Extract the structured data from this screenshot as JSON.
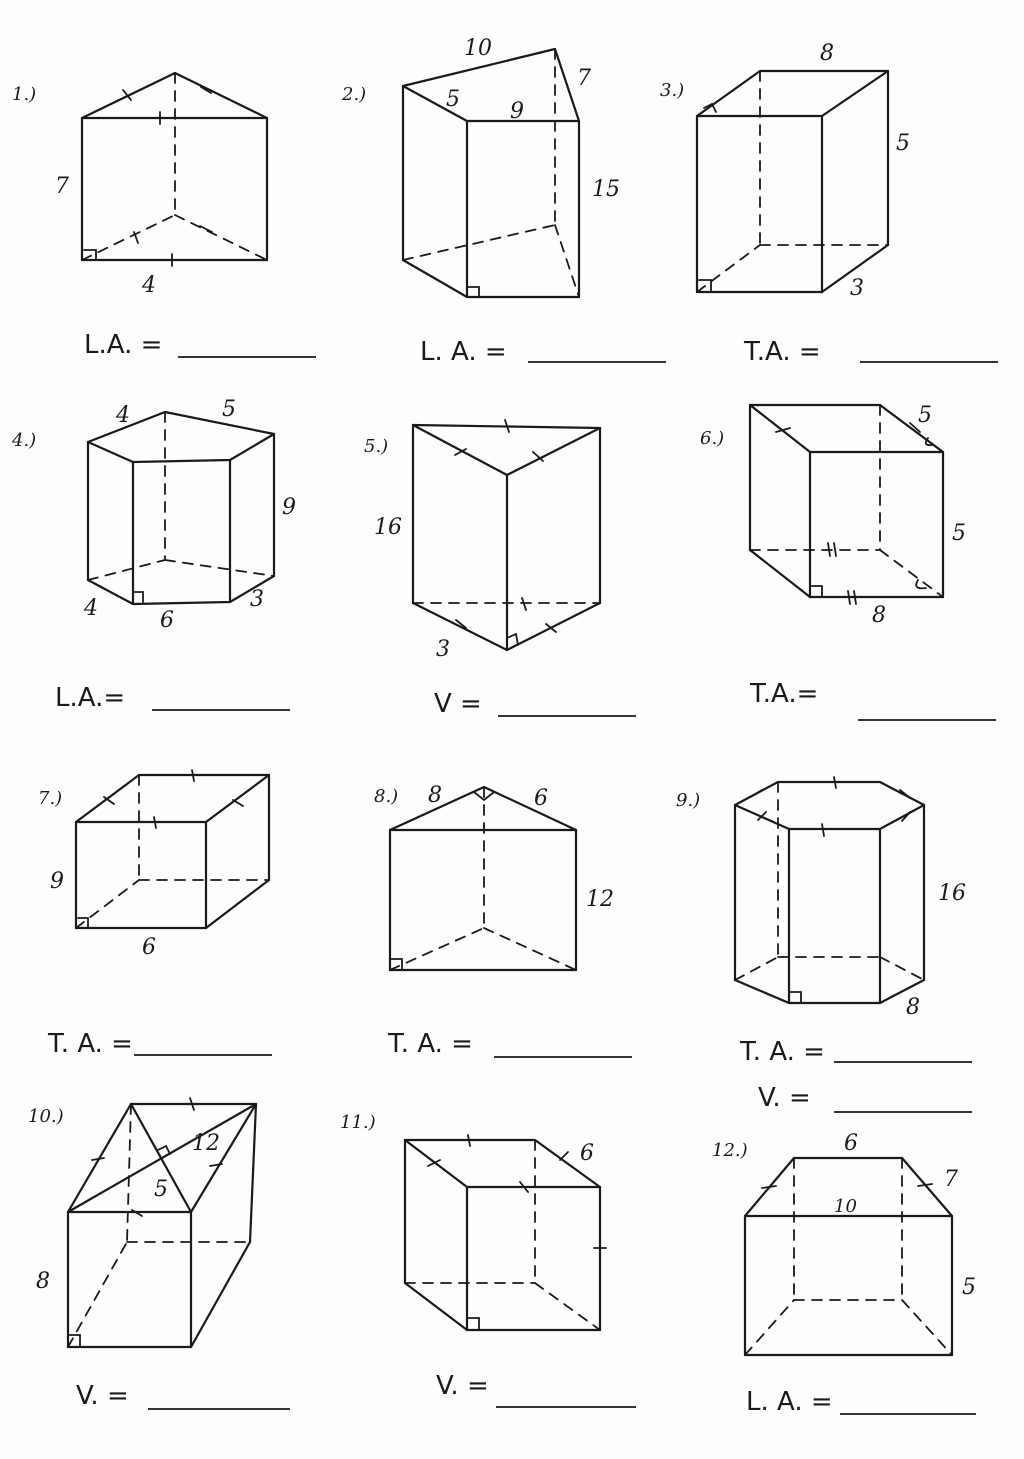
{
  "problems": [
    {
      "number": "1.)",
      "labels": [
        "7",
        "4"
      ],
      "prompts": [
        "L.A. ="
      ]
    },
    {
      "number": "2.)",
      "labels": [
        "10",
        "7",
        "5",
        "9",
        "15"
      ],
      "prompts": [
        "L. A. ="
      ]
    },
    {
      "number": "3.)",
      "labels": [
        "8",
        "5",
        "3"
      ],
      "prompts": [
        "T.A. ="
      ]
    },
    {
      "number": "4.)",
      "labels": [
        "4",
        "5",
        "9",
        "4",
        "6",
        "3"
      ],
      "prompts": [
        "L.A.="
      ]
    },
    {
      "number": "5.)",
      "labels": [
        "16",
        "3"
      ],
      "prompts": [
        "V ="
      ]
    },
    {
      "number": "6.)",
      "labels": [
        "5",
        "5",
        "8"
      ],
      "prompts": [
        "T.A.="
      ]
    },
    {
      "number": "7.)",
      "labels": [
        "9",
        "6"
      ],
      "prompts": [
        "T. A. ="
      ]
    },
    {
      "number": "8.)",
      "labels": [
        "8",
        "6",
        "12"
      ],
      "prompts": [
        "T. A. ="
      ]
    },
    {
      "number": "9.)",
      "labels": [
        "16",
        "8"
      ],
      "prompts": [
        "T. A. =",
        "V. ="
      ]
    },
    {
      "number": "10.)",
      "labels": [
        "12",
        "5",
        "8"
      ],
      "prompts": [
        "V. ="
      ]
    },
    {
      "number": "11.)",
      "labels": [
        "6"
      ],
      "prompts": [
        "V. ="
      ]
    },
    {
      "number": "12.)",
      "labels": [
        "6",
        "7",
        "10",
        "5"
      ],
      "prompts": [
        "L. A. ="
      ]
    }
  ]
}
